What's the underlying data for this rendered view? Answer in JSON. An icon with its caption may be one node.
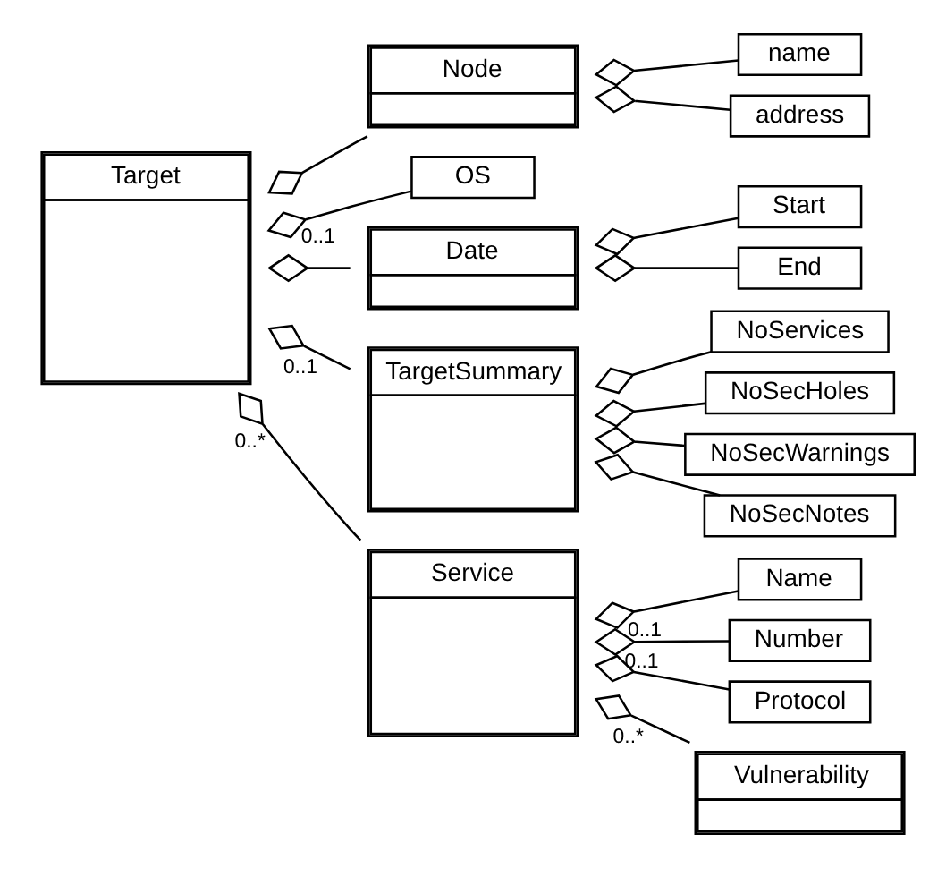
{
  "diagram": {
    "nodes": [
      {
        "text": [
          "Target"
        ]
      },
      {
        "text": [
          "Node"
        ]
      },
      {
        "text": [
          "name"
        ]
      },
      {
        "text": [
          "address"
        ]
      },
      {
        "text": [
          "OS"
        ]
      },
      {
        "text": [
          "Date"
        ]
      },
      {
        "text": [
          "Start"
        ]
      },
      {
        "text": [
          "End"
        ]
      },
      {
        "text": [
          "TargetSummary"
        ]
      },
      {
        "text": [
          "NoServices"
        ]
      },
      {
        "text": [
          "NoSecHoles"
        ]
      },
      {
        "text": [
          "NoSecWarnings"
        ]
      },
      {
        "text": [
          "NoSecNotes"
        ]
      },
      {
        "text": [
          "Service"
        ]
      },
      {
        "text": [
          "Name"
        ]
      },
      {
        "text": [
          "Number"
        ]
      },
      {
        "text": [
          "Protocol"
        ]
      },
      {
        "text": [
          "Vulnerability"
        ]
      }
    ],
    "edges": [
      {
        "from": 0,
        "to": 1,
        "arrow": "other"
      },
      {
        "from": 1,
        "to": 2,
        "arrow": "other"
      },
      {
        "from": 1,
        "to": 3,
        "arrow": "other"
      },
      {
        "from": 0,
        "to": 4,
        "arrow": "other",
        "label": "0..1"
      },
      {
        "from": 0,
        "to": 5,
        "arrow": "other"
      },
      {
        "from": 5,
        "to": 6,
        "arrow": "other"
      },
      {
        "from": 5,
        "to": 7,
        "arrow": "other"
      },
      {
        "from": 0,
        "to": 8,
        "arrow": "other",
        "label": "0..1"
      },
      {
        "from": 8,
        "to": 9,
        "arrow": "other"
      },
      {
        "from": 8,
        "to": 10,
        "arrow": "other"
      },
      {
        "from": 8,
        "to": 11,
        "arrow": "other"
      },
      {
        "from": 8,
        "to": 12,
        "arrow": "other"
      },
      {
        "from": 0,
        "to": 13,
        "arrow": "other",
        "label": "0..*"
      },
      {
        "from": 13,
        "to": 14,
        "arrow": "other",
        "label": "0..1"
      },
      {
        "from": 13,
        "to": 15,
        "arrow": "other",
        "label": "0..1"
      },
      {
        "from": 13,
        "to": 16,
        "arrow": "other"
      },
      {
        "from": 13,
        "to": 17,
        "arrow": "other",
        "label": "0..*"
      }
    ]
  }
}
